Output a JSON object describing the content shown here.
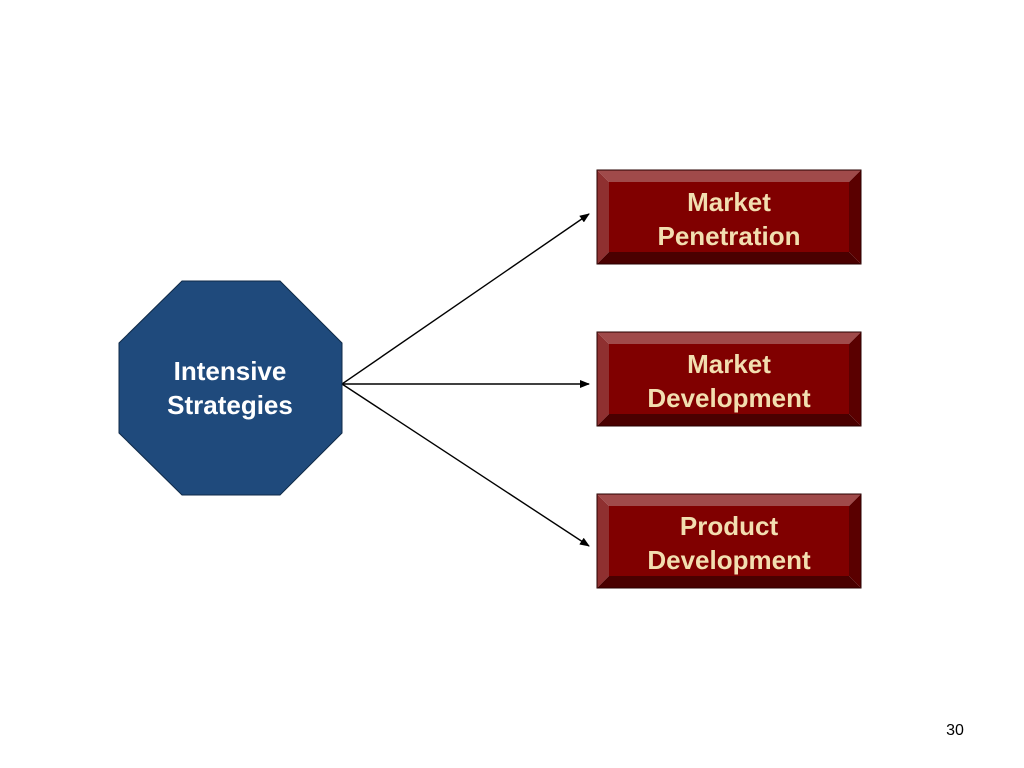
{
  "diagram": {
    "center": {
      "line1": "Intensive",
      "line2": "Strategies",
      "fill": "#1F4A7C",
      "text_color": "#FFFFFF"
    },
    "boxes": [
      {
        "line1": "Market",
        "line2": "Penetration"
      },
      {
        "line1": "Market",
        "line2": "Development"
      },
      {
        "line1": "Product",
        "line2": "Development"
      }
    ],
    "box_colors": {
      "face": "#800000",
      "bevel_top": "#A04A4A",
      "bevel_left": "#8F3030",
      "bevel_right": "#5A0000",
      "bevel_bottom": "#4A0000",
      "text": "#F2DEB0"
    }
  },
  "footer": {
    "page_number": "30"
  }
}
